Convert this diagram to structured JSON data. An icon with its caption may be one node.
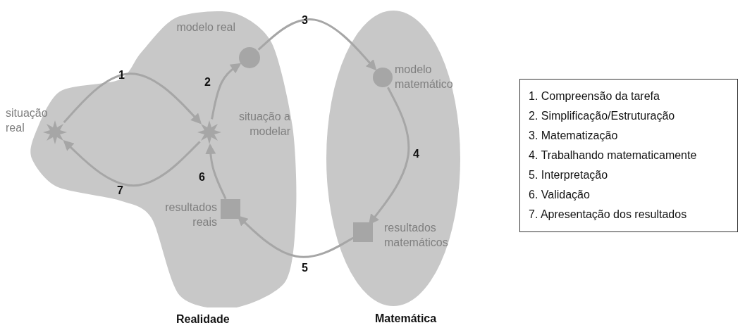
{
  "diagram": {
    "nodes": [
      {
        "text": [
          "Realidade"
        ]
      },
      {
        "text": [],
        "shape": "star",
        "beside": [
          "situação real"
        ],
        "in": 0
      },
      {
        "text": [],
        "shape": "star",
        "beside": [
          "situação a modelar"
        ],
        "in": 0
      },
      {
        "text": [],
        "shape": "circle",
        "beside": [
          "modelo real"
        ],
        "in": 0
      },
      {
        "text": [],
        "shape": "box",
        "beside": [
          "resultados reais"
        ],
        "in": 0
      },
      {
        "text": [
          "Matemática"
        ]
      },
      {
        "text": [],
        "shape": "circle",
        "beside": [
          "modelo matemático"
        ],
        "in": 5
      },
      {
        "text": [],
        "shape": "box",
        "beside": [
          "resultados matemáticos"
        ],
        "in": 5
      },
      {
        "text": [
          "1. Compreensão da tarefa",
          "2. Simplificação/Estruturação",
          "3. Matematização",
          "4. Trabalhando matematicamente",
          "5. Interpretação",
          "6. Validação",
          "7. Apresentação dos resultados"
        ]
      }
    ],
    "edges": [
      {
        "from": 1,
        "to": 2,
        "arrow": "to",
        "label": "1"
      },
      {
        "from": 2,
        "to": 3,
        "arrow": "to",
        "label": "2"
      },
      {
        "from": 3,
        "to": 6,
        "arrow": "to",
        "label": "3"
      },
      {
        "from": 6,
        "to": 7,
        "arrow": "to",
        "label": "4"
      },
      {
        "from": 7,
        "to": 4,
        "arrow": "to",
        "label": "5"
      },
      {
        "from": 4,
        "to": 2,
        "arrow": "to",
        "label": "6"
      },
      {
        "from": 2,
        "to": 1,
        "arrow": "to",
        "label": "7"
      }
    ]
  }
}
